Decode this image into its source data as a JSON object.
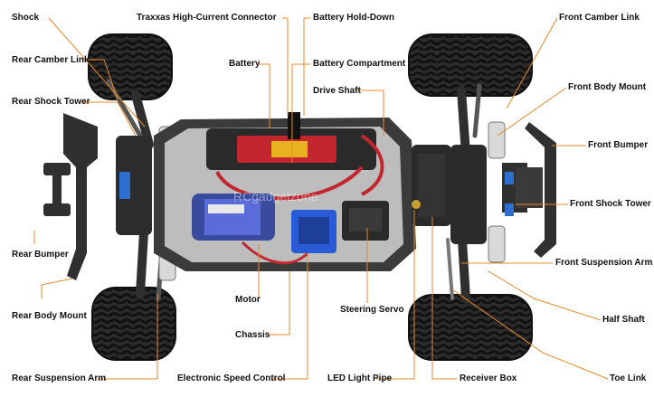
{
  "watermark": "RCgadgetzone",
  "colors": {
    "leader": "#e8892b",
    "chassis": "#3b3b3b",
    "tub": "#bdbdbd",
    "battery_red": "#c2262e",
    "esc_blue": "#2a5bd7"
  },
  "labels": {
    "shock": "Shock",
    "traxxas_connector": "Traxxas High-Current Connector",
    "battery_hold_down": "Battery Hold-Down",
    "front_camber_link": "Front Camber Link",
    "rear_camber_link": "Rear Camber Link",
    "battery": "Battery",
    "battery_compartment": "Battery Compartment",
    "front_body_mount": "Front Body Mount",
    "rear_shock_tower": "Rear Shock Tower",
    "drive_shaft": "Drive Shaft",
    "front_bumper": "Front Bumper",
    "front_shock_tower": "Front Shock Tower",
    "rear_bumper": "Rear Bumper",
    "front_suspension_arm": "Front Suspension Arm",
    "motor": "Motor",
    "steering_servo": "Steering Servo",
    "rear_body_mount": "Rear Body Mount",
    "half_shaft": "Half Shaft",
    "chassis": "Chassis",
    "rear_suspension_arm": "Rear Suspension Arm",
    "electronic_speed_control": "Electronic Speed Control",
    "led_light_pipe": "LED Light Pipe",
    "receiver_box": "Receiver Box",
    "toe_link": "Toe Link"
  }
}
